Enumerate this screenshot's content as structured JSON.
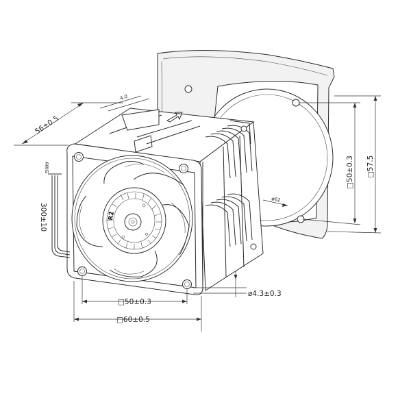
{
  "drawing": {
    "dimensions": {
      "outer_width": "□60±0.5",
      "hole_spacing_bottom": "□50±0.3",
      "hole_diameter": "ø4.3±0.3",
      "depth": "56±0.5",
      "flange_offset": "4.0",
      "guard_hole_spacing": "□50±0.3",
      "guard_outer": "□57.5",
      "guard_diameter": "ø62",
      "lead_length": "300±10",
      "lead_awg": "AWG"
    },
    "hub_label": "R2"
  }
}
